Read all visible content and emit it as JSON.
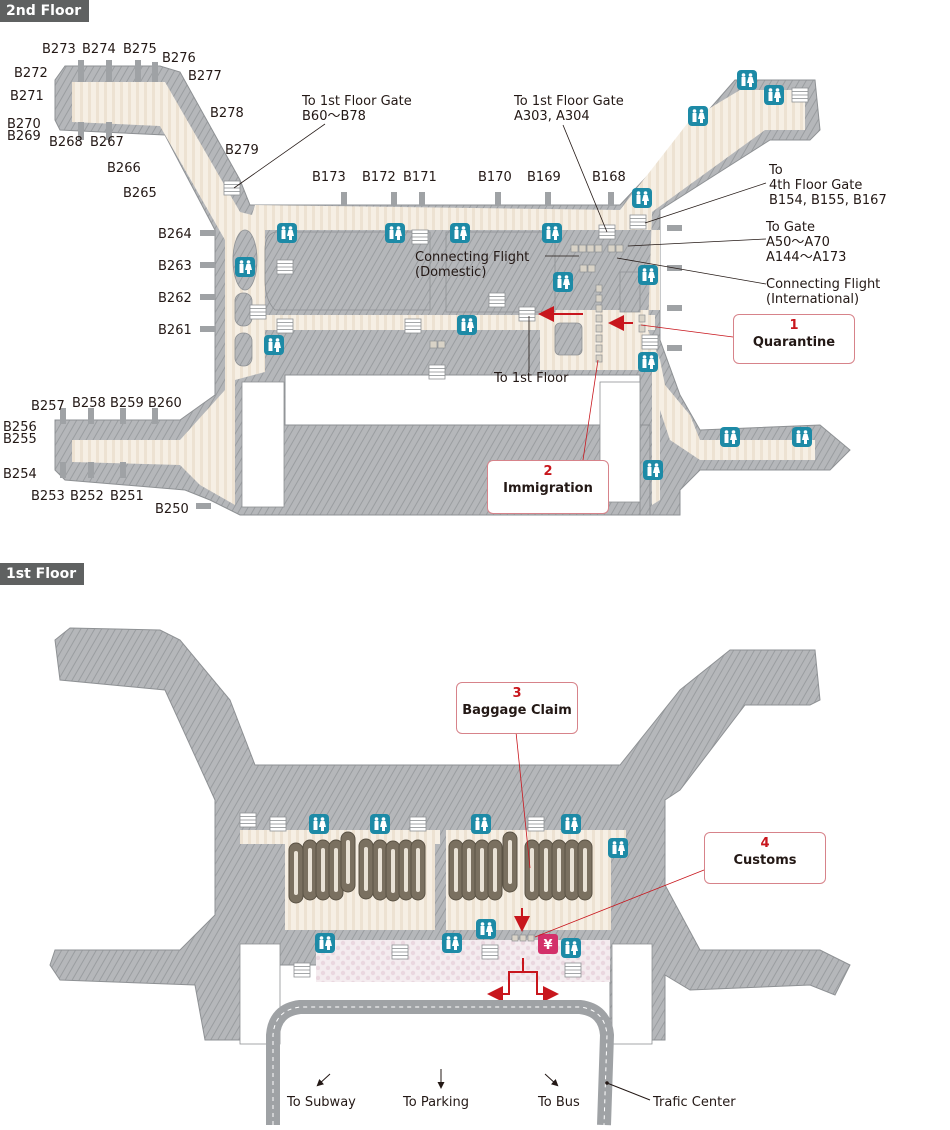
{
  "floors": [
    {
      "name": "2nd Floor",
      "gates_top": [
        "B173",
        "B172",
        "B171",
        "B170",
        "B169",
        "B168"
      ],
      "gates_west_pier_top": [
        "B273",
        "B274",
        "B275",
        "B276",
        "B277",
        "B278",
        "B279"
      ],
      "gates_west_pier_left": [
        "B272",
        "B271",
        "B270",
        "B269"
      ],
      "gates_west_pier_bottom": [
        "B268",
        "B267",
        "B266",
        "B265"
      ],
      "gates_west_side": [
        "B264",
        "B263",
        "B262",
        "B261"
      ],
      "gates_southwest_pier_top": [
        "B257",
        "B258",
        "B259",
        "B260"
      ],
      "gates_southwest_pier_left": [
        "B256",
        "B255",
        "B254"
      ],
      "gates_southwest_pier_bottom": [
        "B253",
        "B252",
        "B251",
        "B250"
      ],
      "annotations": {
        "to_1f_gate_b": [
          "To 1st Floor Gate",
          "B60～B78"
        ],
        "to_1f_gate_a": [
          "To 1st Floor Gate",
          "A303, A304"
        ],
        "to_4f_gate": [
          "To",
          "4th Floor Gate",
          "B154, B155, B167"
        ],
        "to_gate_a": [
          "To Gate",
          "A50～A70",
          "A144～A173"
        ],
        "connecting_intl": [
          "Connecting Flight",
          "(International)"
        ],
        "connecting_dom": [
          "Connecting Flight",
          "(Domestic)"
        ],
        "to_1st_floor": "To 1st Floor"
      },
      "steps": [
        {
          "number": "1",
          "label": "Quarantine"
        },
        {
          "number": "2",
          "label": "Immigration"
        }
      ]
    },
    {
      "name": "1st Floor",
      "steps": [
        {
          "number": "3",
          "label": "Baggage Claim"
        },
        {
          "number": "4",
          "label": "Customs"
        }
      ],
      "transport": {
        "subway": "To Subway",
        "parking": "To Parking",
        "bus": "To Bus",
        "traffic_center": "Trafic Center"
      },
      "icons": {
        "currency_exchange": "¥"
      }
    }
  ],
  "colors": {
    "wall": "#9fa2a5",
    "floor": "#f3ebdf",
    "restroom": "#1d8aa6",
    "accent_red": "#c8161d",
    "callout_border": "#d7838a",
    "exchange": "#d3306a"
  }
}
